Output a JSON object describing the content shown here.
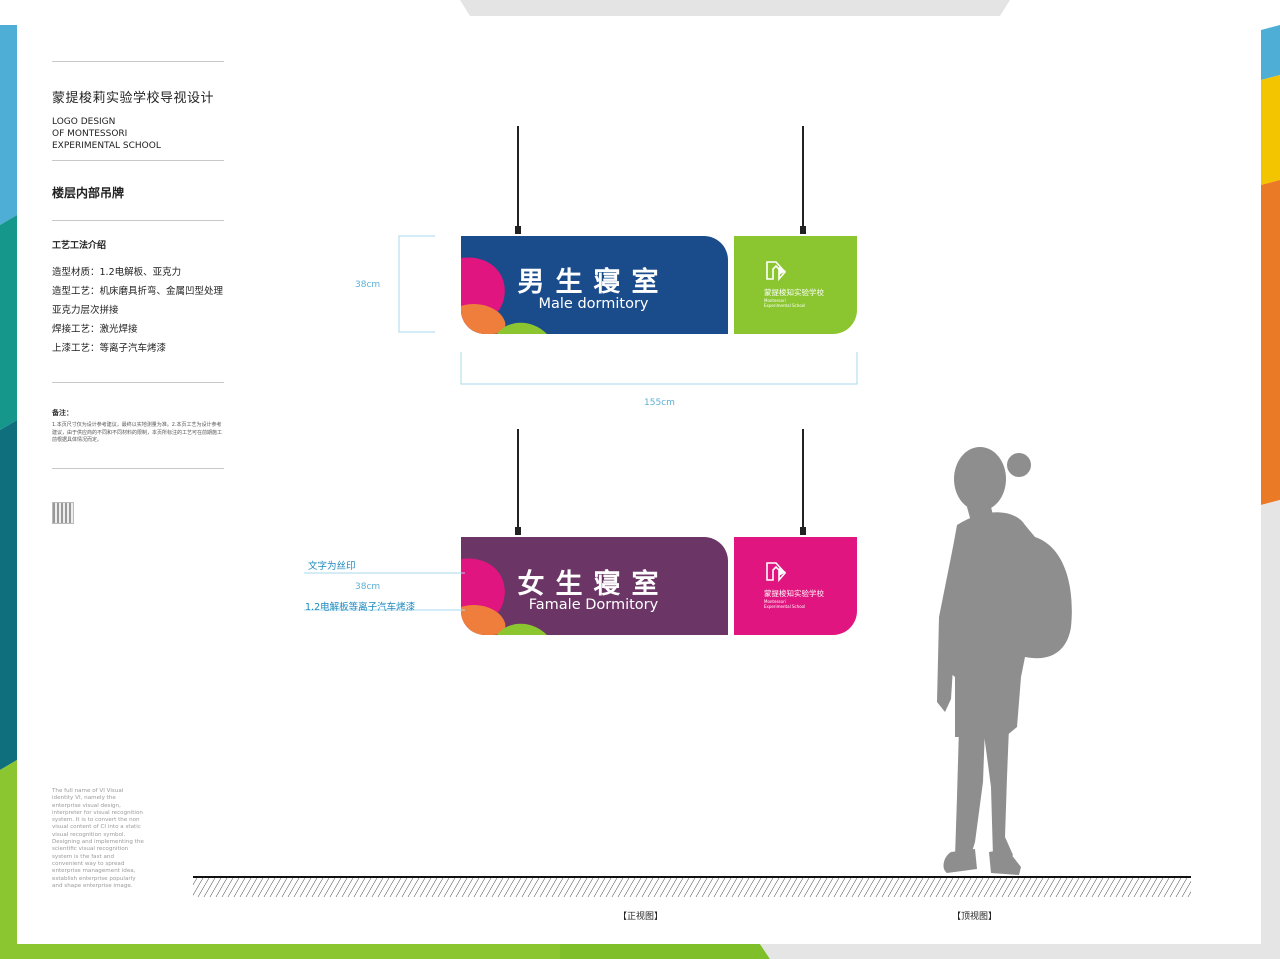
{
  "document": {
    "title": "蒙提梭莉实验学校导视设计",
    "subtitle_lines": [
      "LOGO DESIGN",
      "OF MONTESSORI",
      "EXPERIMENTAL SCHOOL"
    ],
    "section_title": "楼层内部吊牌"
  },
  "process": {
    "heading": "工艺工法介绍",
    "lines": [
      "造型材质：1.2电解板、亚克力",
      "造型工艺：机床磨具折弯、金属凹型处理",
      "亚克力层次拼接",
      "焊接工艺：激光焊接",
      "上漆工艺：等离子汽车烤漆"
    ]
  },
  "notes": {
    "heading": "备注：",
    "body": "1.本页尺寸仅为设计参考建议，最终以实地测量为准。2.本页工艺为设计参考建议，由于供应商的不同和不同材料的限制，本页所标注的工艺可在前期施工前根据具体情况而定。"
  },
  "english_note": "The full name of VI Visual identity VI, namely the enterprise visual design, interpreter for visual recognition system. It is to convert the non visual content of CI into a static visual recognition symbol. Designing and implementing the scientific visual recognition system is the fast and convenient way to spread enterprise management idea, establish enterprise popularly and shape enterprise image.",
  "dimensions": {
    "height_label": "38cm",
    "width_label": "155cm",
    "height_label_2": "38cm"
  },
  "callouts": {
    "silkscreen": "文字为丝印",
    "paint": "1.2电解板等离子汽车烤漆"
  },
  "signs": {
    "male": {
      "cn": "男生寝室",
      "en": "Male dormitory",
      "main_color": "#1a4c8b",
      "logo_color": "#8bc630"
    },
    "female": {
      "cn": "女生寝室",
      "en": "Famale Dormitory",
      "main_color": "#6b3566",
      "logo_color": "#e0157f"
    },
    "logo": {
      "cn": "蒙提梭知实验学校",
      "en_lines": [
        "Montessori",
        "Experimental School"
      ]
    }
  },
  "views": {
    "front": "【正视图】",
    "top": "【顶视图】"
  },
  "colors": {
    "accent_blue": "#5ab1d6",
    "petal_pink": "#e0157f",
    "petal_orange": "#ef7d3c",
    "petal_green": "#8bc630",
    "silhouette": "#8e8e8e"
  }
}
